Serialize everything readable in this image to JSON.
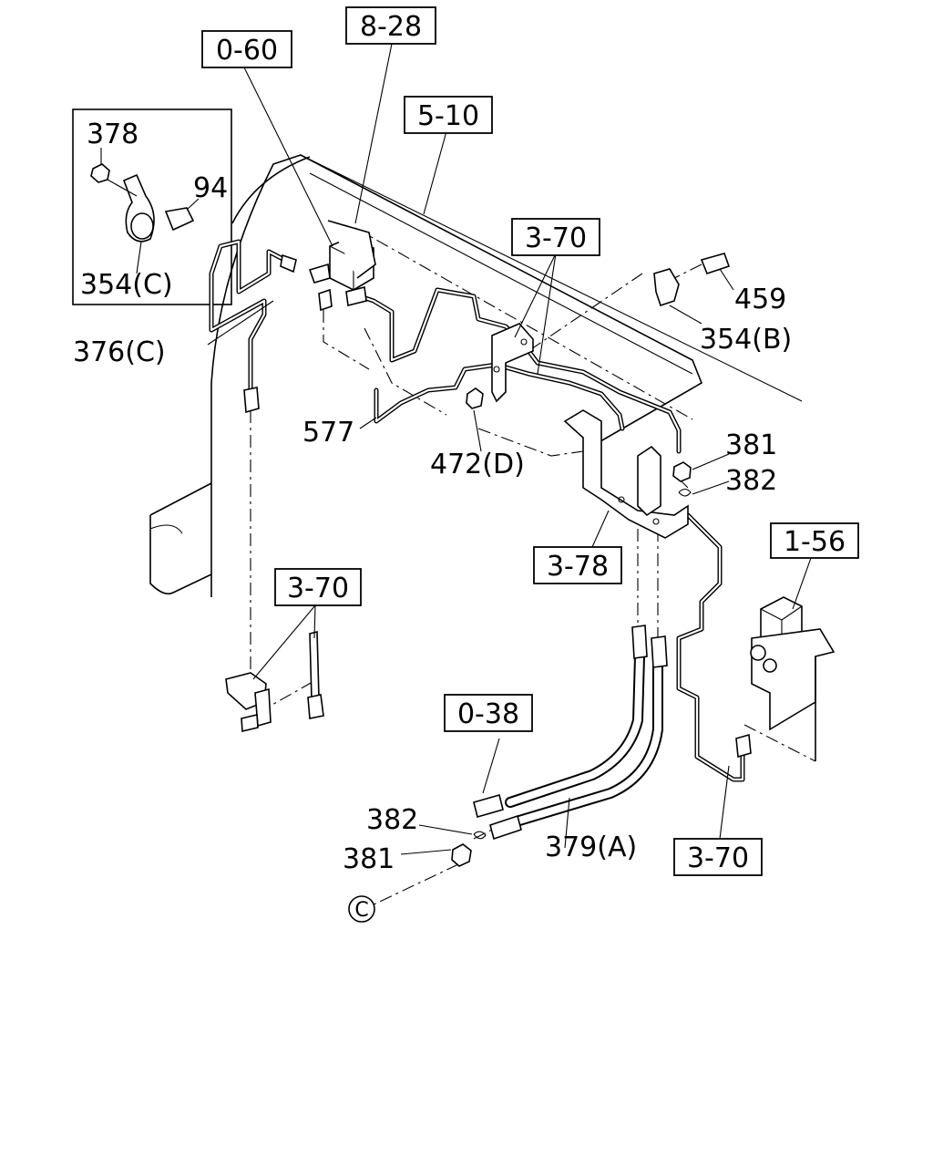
{
  "diagram": {
    "reference_boxes": [
      {
        "id": "ref-0-60",
        "label": "0-60"
      },
      {
        "id": "ref-8-28",
        "label": "8-28"
      },
      {
        "id": "ref-5-10",
        "label": "5-10"
      },
      {
        "id": "ref-3-70-top",
        "label": "3-70"
      },
      {
        "id": "ref-3-70-left",
        "label": "3-70"
      },
      {
        "id": "ref-3-78",
        "label": "3-78"
      },
      {
        "id": "ref-1-56",
        "label": "1-56"
      },
      {
        "id": "ref-0-38",
        "label": "0-38"
      },
      {
        "id": "ref-3-70-bottom",
        "label": "3-70"
      }
    ],
    "part_labels": [
      {
        "id": "part-378",
        "label": "378"
      },
      {
        "id": "part-94",
        "label": "94"
      },
      {
        "id": "part-354c",
        "label": "354(C)"
      },
      {
        "id": "part-376c",
        "label": "376(C)"
      },
      {
        "id": "part-459",
        "label": "459"
      },
      {
        "id": "part-354b",
        "label": "354(B)"
      },
      {
        "id": "part-577",
        "label": "577"
      },
      {
        "id": "part-472d",
        "label": "472(D)"
      },
      {
        "id": "part-381-top",
        "label": "381"
      },
      {
        "id": "part-382-top",
        "label": "382"
      },
      {
        "id": "part-382-bottom",
        "label": "382"
      },
      {
        "id": "part-381-bottom",
        "label": "381"
      },
      {
        "id": "part-379a",
        "label": "379(A)"
      }
    ],
    "connector": {
      "label": "C"
    }
  }
}
